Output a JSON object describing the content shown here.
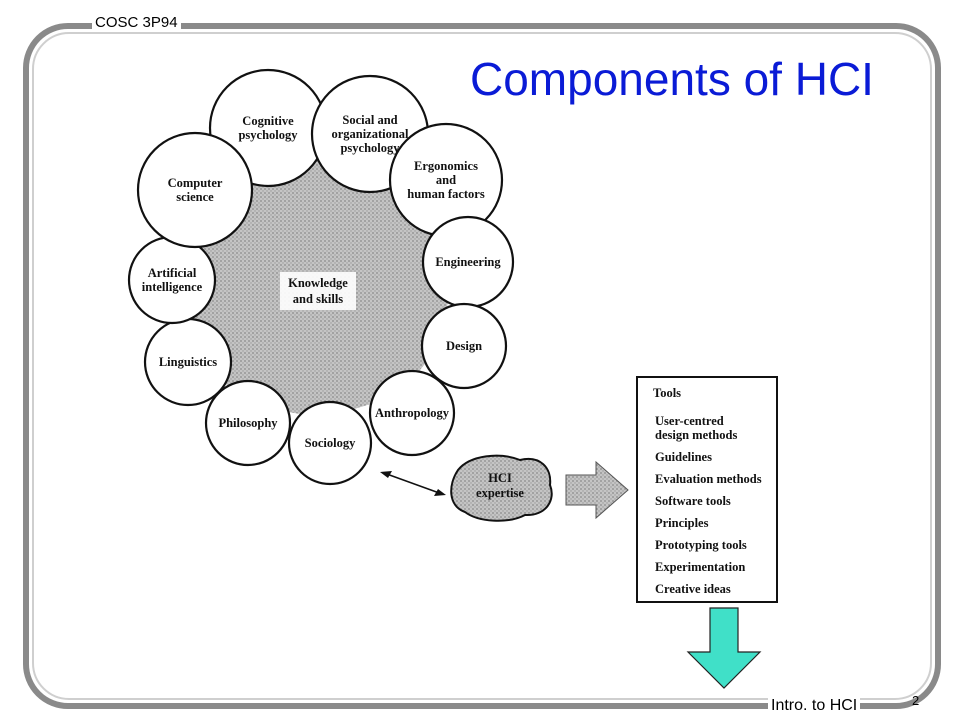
{
  "header": {
    "course": "COSC 3P94",
    "title": "Components of HCI"
  },
  "footer": {
    "topic": "Intro. to HCI",
    "page": "2"
  },
  "diagram": {
    "center_label": [
      "Knowledge",
      "and skills"
    ],
    "disciplines": [
      {
        "id": "cognitive-psychology",
        "lines": [
          "Cognitive",
          "psychology"
        ]
      },
      {
        "id": "social-organizational-psychology",
        "lines": [
          "Social and",
          "organizational",
          "psychology"
        ]
      },
      {
        "id": "ergonomics",
        "lines": [
          "Ergonomics",
          "and",
          "human factors"
        ]
      },
      {
        "id": "engineering",
        "lines": [
          "Engineering"
        ]
      },
      {
        "id": "design",
        "lines": [
          "Design"
        ]
      },
      {
        "id": "anthropology",
        "lines": [
          "Anthropology"
        ]
      },
      {
        "id": "sociology",
        "lines": [
          "Sociology"
        ]
      },
      {
        "id": "philosophy",
        "lines": [
          "Philosophy"
        ]
      },
      {
        "id": "linguistics",
        "lines": [
          "Linguistics"
        ]
      },
      {
        "id": "artificial-intelligence",
        "lines": [
          "Artificial",
          "intelligence"
        ]
      },
      {
        "id": "computer-science",
        "lines": [
          "Computer",
          "science"
        ]
      }
    ],
    "hci_expertise": [
      "HCI",
      "expertise"
    ],
    "tools": {
      "heading": "Tools",
      "items": [
        [
          "User-centred",
          "design methods"
        ],
        [
          "Guidelines"
        ],
        [
          "Evaluation methods"
        ],
        [
          "Software tools"
        ],
        [
          "Principles"
        ],
        [
          "Prototyping tools"
        ],
        [
          "Experimentation"
        ],
        [
          "Creative ideas"
        ]
      ]
    },
    "colors": {
      "title": "#0a1bd6",
      "down_arrow": "#40e0c8",
      "blob_fill": "#b8b8b8"
    }
  }
}
